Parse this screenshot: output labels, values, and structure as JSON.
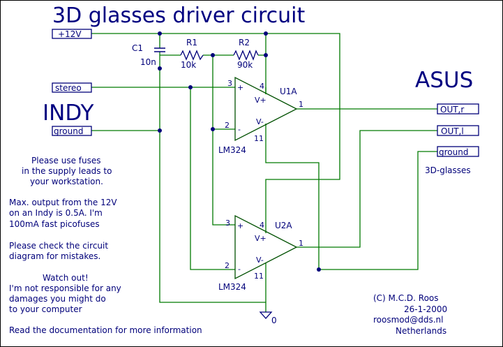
{
  "title": "3D glasses driver circuit",
  "left_label": "INDY",
  "right_label": "ASUS",
  "ports": {
    "p12v": "+12V",
    "stereo": "stereo",
    "ground_left": "ground",
    "outr": "OUT,r",
    "outl": "OUT,l",
    "ground_right": "ground"
  },
  "components": {
    "c1_name": "C1",
    "c1_value": "10n",
    "r1_name": "R1",
    "r1_value": "10k",
    "r2_name": "R2",
    "r2_value": "90k",
    "u1_name": "U1A",
    "u2_name": "U2A",
    "part1": "LM324",
    "part2": "LM324",
    "ground_net": "0"
  },
  "pins": {
    "u1_in_plus": "3",
    "u1_in_minus": "2",
    "u1_vplus": "4",
    "u1_vminus": "11",
    "u1_out": "1",
    "u1_vp_label": "V+",
    "u1_vm_label": "V-",
    "u2_in_plus": "3",
    "u2_in_minus": "2",
    "u2_vplus": "4",
    "u2_vminus": "11",
    "u2_out": "1",
    "u2_vp_label": "V+",
    "u2_vm_label": "V-"
  },
  "glasses_label": "3D-glasses",
  "notes": {
    "fuses": [
      "Please use fuses",
      "in the supply leads to",
      "your workstation."
    ],
    "max": [
      "Max. output from the 12V",
      "on an Indy is 0.5A. I'm",
      "100mA fast picofuses"
    ],
    "check": [
      "Please check the circuit",
      "diagram for mistakes."
    ],
    "watch": [
      "Watch out!",
      "I'm not responsible for any",
      "damages you might do",
      "to your computer"
    ],
    "read": "Read the documentation for more information"
  },
  "credits": [
    "(C) M.C.D. Roos",
    "26-1-2000",
    "roosmod@dds.nl",
    "Netherlands"
  ]
}
